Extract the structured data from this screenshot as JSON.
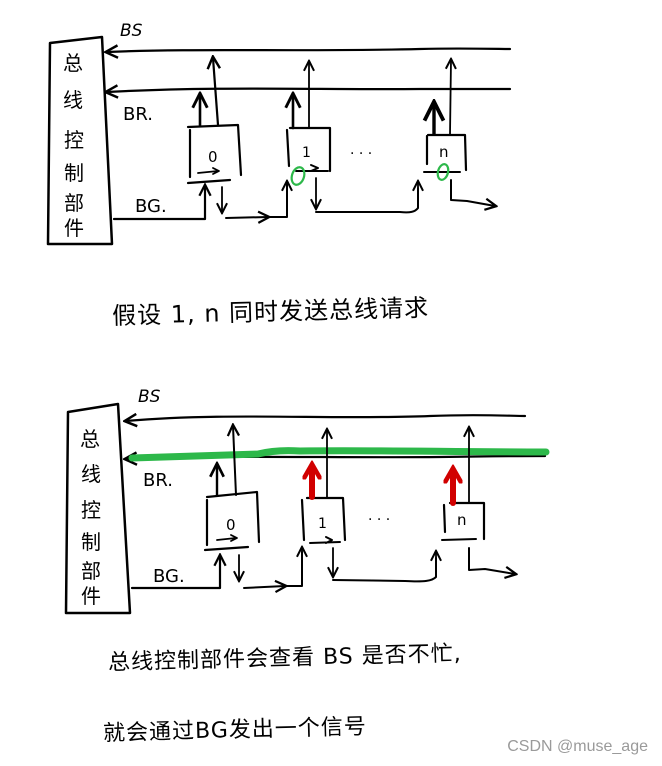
{
  "diagram_top": {
    "controller_label": [
      "总",
      "线",
      "控",
      "制",
      "部",
      "件"
    ],
    "bus_labels": {
      "bs": "BS",
      "br": "BR.",
      "bg": "BG."
    },
    "devices": [
      "0",
      "1",
      "n"
    ],
    "ellipsis": "· · ·",
    "highlight_device_indices": [
      1,
      2
    ],
    "highlight_color": "#2db84a"
  },
  "caption_top": "假设 1, n 同时发送总线请求",
  "diagram_bottom": {
    "controller_label": [
      "总",
      "线",
      "控",
      "制",
      "部",
      "件"
    ],
    "bus_labels": {
      "bs": "BS",
      "br": "BR.",
      "bg": "BG."
    },
    "devices": [
      "0",
      "1",
      "n"
    ],
    "ellipsis": "· · ·",
    "br_highlight_color": "#2db84a",
    "request_arrow_color": "#d10000"
  },
  "caption_bottom_1": "总线控制部件会查看 BS 是否不忙,",
  "caption_bottom_2": "就会通过BG发出一个信号",
  "watermark": "CSDN @muse_age"
}
